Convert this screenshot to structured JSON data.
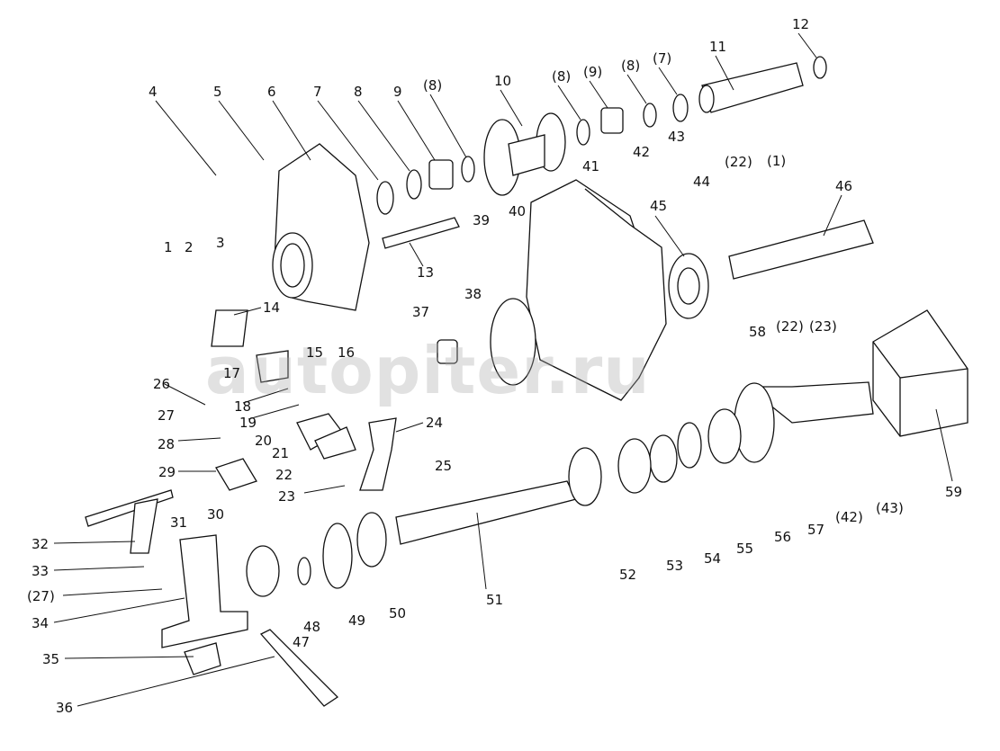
{
  "watermark": "autopiter.ru",
  "labels": [
    "4",
    "5",
    "6",
    "7",
    "8",
    "9",
    "(8)",
    "10",
    "(8)",
    "(9)",
    "(8)",
    "(7)",
    "11",
    "12",
    "42",
    "43",
    "(22)",
    "(1)",
    "44",
    "46",
    "41",
    "39",
    "40",
    "45",
    "13",
    "1",
    "2",
    "3",
    "14",
    "15",
    "16",
    "38",
    "37",
    "17",
    "26",
    "18",
    "19",
    "27",
    "28",
    "20",
    "21",
    "24",
    "25",
    "22",
    "23",
    "29",
    "30",
    "31",
    "32",
    "33",
    "(27)",
    "34",
    "35",
    "36",
    "47",
    "48",
    "49",
    "50",
    "51",
    "52",
    "53",
    "54",
    "55",
    "56",
    "57",
    "(42)",
    "(43)",
    "58",
    "(22)",
    "(23)",
    "59"
  ]
}
